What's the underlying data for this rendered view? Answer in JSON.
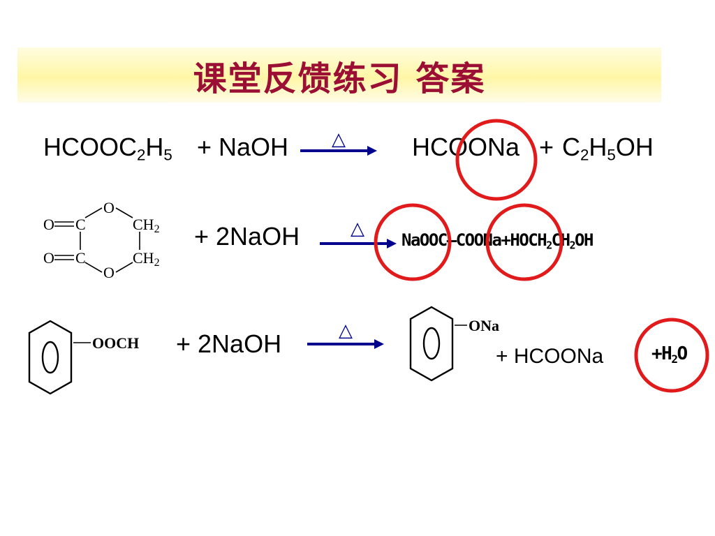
{
  "title": "课堂反馈练习 答案",
  "heat_symbol": "△",
  "colors": {
    "title": "#9a0f33",
    "arrow": "#00008c",
    "circle": "#e11b1b",
    "title_bg": "#fff6a6"
  },
  "reaction1": {
    "reactant": [
      "HCOOC",
      "2",
      "H",
      "5"
    ],
    "plus_naoh": "+ NaOH",
    "product_salt": "HCOONa",
    "product_plus": "+",
    "product_alcohol": [
      "C",
      "2",
      "H",
      "5",
      "OH"
    ]
  },
  "reaction2": {
    "ring": {
      "O_top": "O",
      "O_bottom": "O",
      "O_carbonyl_1": "O",
      "O_carbonyl_2": "O",
      "C1": "C",
      "C2": "C",
      "CH2_1": "CH2",
      "CH2_2": "CH2"
    },
    "reagent": "+ 2NaOH",
    "product": [
      "NaOOC",
      "—",
      "COONa+HOCH",
      "2",
      "CH",
      "2",
      "OH"
    ]
  },
  "reaction3": {
    "substituent": "OOCH",
    "reagent": "+ 2NaOH",
    "product_substituent": "ONa",
    "product_plus": "+ HCOONa",
    "water": [
      "+H",
      "2",
      "O"
    ]
  }
}
